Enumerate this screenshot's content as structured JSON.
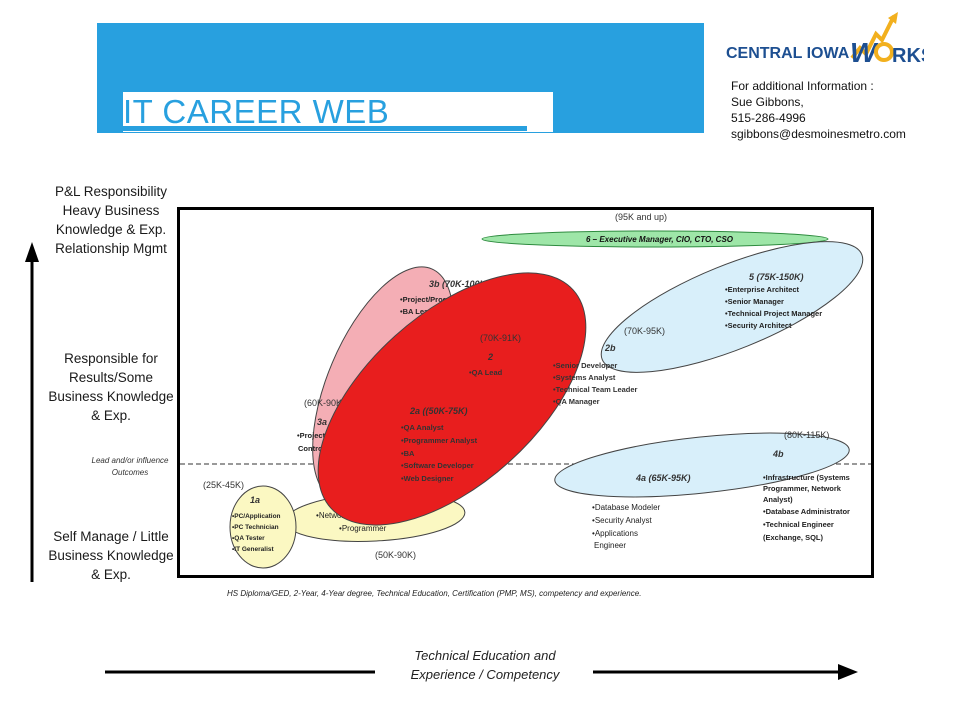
{
  "header": {
    "title": "IT CAREER WEB",
    "accent_color": "#28a0df"
  },
  "logo": {
    "text_left": "CENTRAL IOWA",
    "text_w": "W",
    "text_right": "RKS"
  },
  "contact": {
    "line1": "For additional Information :",
    "line2": "Sue Gibbons,",
    "line3": "515-286-4996",
    "line4": "sgibbons@desmoinesmetro.com"
  },
  "left_axis": {
    "top_label": [
      "P&L Responsibility",
      "Heavy Business",
      "Knowledge & Exp.",
      "Relationship Mgmt"
    ],
    "mid_label": [
      "Responsible for",
      "Results/Some",
      "Business Knowledge",
      "& Exp."
    ],
    "lead_label": [
      "Lead and/or influence",
      "Outcomes"
    ],
    "bottom_label": [
      "Self Manage / Little",
      "Business Knowledge",
      "& Exp."
    ]
  },
  "diagram": {
    "salary_top": "(95K and up)",
    "level6": "6 – Executive Manager, CIO, CTO, CSO",
    "level5": {
      "title": "5 (75K-150K)",
      "salary": "(70K-95K)",
      "items": [
        "Enterprise Architect",
        "Senior Manager",
        "Technical Project Manager",
        "Security Architect"
      ]
    },
    "level4b": {
      "title": "4b",
      "salary": "(80K-115K)",
      "items": [
        "Infrastructure (Systems",
        "Programmer, Network",
        "Analyst)",
        "Database Administrator",
        "Technical Engineer",
        "(Exchange, SQL)"
      ]
    },
    "level4a": {
      "title": "4a (65K-95K)",
      "items": [
        "Database Modeler",
        "Security Analyst",
        "Applications",
        "Engineer"
      ]
    },
    "level3b": {
      "title": "3b (70K-100K)",
      "items": [
        "Project/Program   Manager",
        "BA Lead"
      ]
    },
    "level3a": {
      "title": "3a",
      "salary": "(60K-90K)",
      "items": [
        "Project",
        "Controller"
      ]
    },
    "level2": {
      "title": "2",
      "salary": "(70K-91K)",
      "items": [
        "QA Lead"
      ]
    },
    "level2b": {
      "title": "2b",
      "items": [
        "Senior Developer",
        "Systems Analyst",
        "Technical Team Leader",
        "QA Manager"
      ]
    },
    "level2a": {
      "title": "2a ((50K-75K)",
      "items": [
        "QA Analyst",
        "Programmer Analyst",
        "BA",
        "Software Developer",
        "Web Designer"
      ]
    },
    "level1": {
      "title": "1",
      "salary": "(50K-90K)",
      "items": [
        "Network Administrator",
        "Programmer"
      ]
    },
    "level1a": {
      "title": "1a",
      "salary": "(25K-45K)",
      "items": [
        "PC/Application",
        "PC Technician",
        "QA Tester",
        "IT Generalist"
      ]
    }
  },
  "footnote": "HS Diploma/GED, 2-Year, 4-Year  degree, Technical Education, Certification (PMP, MS), competency and experience.",
  "x_axis_label": [
    "Technical Education and",
    "Experience / Competency"
  ]
}
